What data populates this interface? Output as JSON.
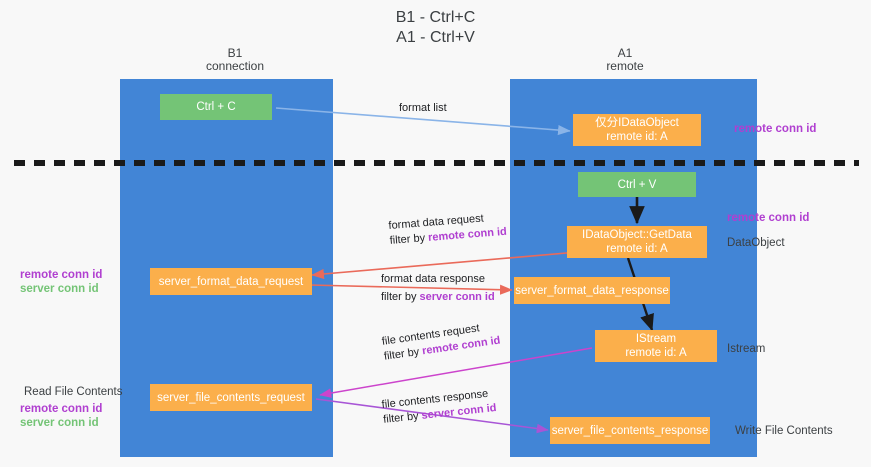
{
  "title": "B1 - Ctrl+C\nA1 - Ctrl+V",
  "columns": {
    "left": {
      "name": "B1",
      "role": "connection",
      "header": "B1\nconnection"
    },
    "right": {
      "name": "A1",
      "role": "remote",
      "header": "A1\nremote"
    }
  },
  "colors": {
    "lane": "#4285d6",
    "green_node": "#74c476",
    "orange_node": "#fbaf4b",
    "purple_text": "#b03fd0",
    "green_text": "#74c476",
    "page_bg": "#f8f8f8",
    "dashed_line": "#1a1a1a",
    "arrow_blue": "#8ab4e8",
    "arrow_red": "#ea6a5a",
    "arrow_black": "#1a1a1a",
    "arrow_magenta": "#cc44cc",
    "arrow_violet": "#a855d6"
  },
  "nodes": [
    {
      "id": "ctrl-c",
      "label": "Ctrl + C",
      "kind": "green",
      "column": "left"
    },
    {
      "id": "idataobject-create",
      "label": "仅分IDataObject\nremote id: A",
      "kind": "orange",
      "column": "right"
    },
    {
      "id": "ctrl-v",
      "label": "Ctrl + V",
      "kind": "green",
      "column": "right"
    },
    {
      "id": "idataobject-getdata",
      "label": "IDataObject::GetData\nremote id: A",
      "kind": "orange",
      "column": "right"
    },
    {
      "id": "server-format-data-request",
      "label": "server_format_data_request",
      "kind": "orange",
      "column": "left"
    },
    {
      "id": "server-format-data-response",
      "label": "server_format_data_response",
      "kind": "orange",
      "column": "right"
    },
    {
      "id": "istream",
      "label": "IStream\nremote id: A",
      "kind": "orange",
      "column": "right"
    },
    {
      "id": "server-file-contents-request",
      "label": "server_file_contents_request",
      "kind": "orange",
      "column": "left"
    },
    {
      "id": "server-file-contents-response",
      "label": "server_file_contents_response",
      "kind": "orange",
      "column": "right"
    }
  ],
  "side_annotations": {
    "right": [
      {
        "id": "remote-conn-id-1",
        "text": "remote conn id",
        "style": "purple"
      },
      {
        "id": "remote-conn-id-2",
        "text": "remote conn id",
        "style": "purple"
      },
      {
        "id": "dataobject",
        "text": "DataObject",
        "style": "dark"
      },
      {
        "id": "istream-label",
        "text": "Istream",
        "style": "dark"
      },
      {
        "id": "write-file",
        "text": "Write File Contents",
        "style": "dark"
      }
    ],
    "left": [
      {
        "id": "conn-ids-1",
        "text_purple": "remote conn id",
        "text_green": "server conn id"
      },
      {
        "id": "read-file",
        "text": "Read File Contents"
      },
      {
        "id": "conn-ids-2",
        "text_purple": "remote conn id",
        "text_green": "server conn id"
      }
    ]
  },
  "edges": [
    {
      "id": "format-list",
      "line1": "format list",
      "line2": "",
      "filter": ""
    },
    {
      "id": "format-data-request",
      "line1": "format data request",
      "line2_prefix": "filter by ",
      "line2_key": "remote conn id",
      "key_style": "purple"
    },
    {
      "id": "format-data-response",
      "line1": "format data response",
      "line2_prefix": "filter by ",
      "line2_key": "server conn id",
      "key_style": "purple"
    },
    {
      "id": "file-contents-request",
      "line1": "file contents request",
      "line2_prefix": "filter by ",
      "line2_key": "remote conn id",
      "key_style": "purple"
    },
    {
      "id": "file-contents-response",
      "line1": "file contents response",
      "line2_prefix": "filter by ",
      "line2_key": "server conn id",
      "key_style": "purple"
    }
  ]
}
